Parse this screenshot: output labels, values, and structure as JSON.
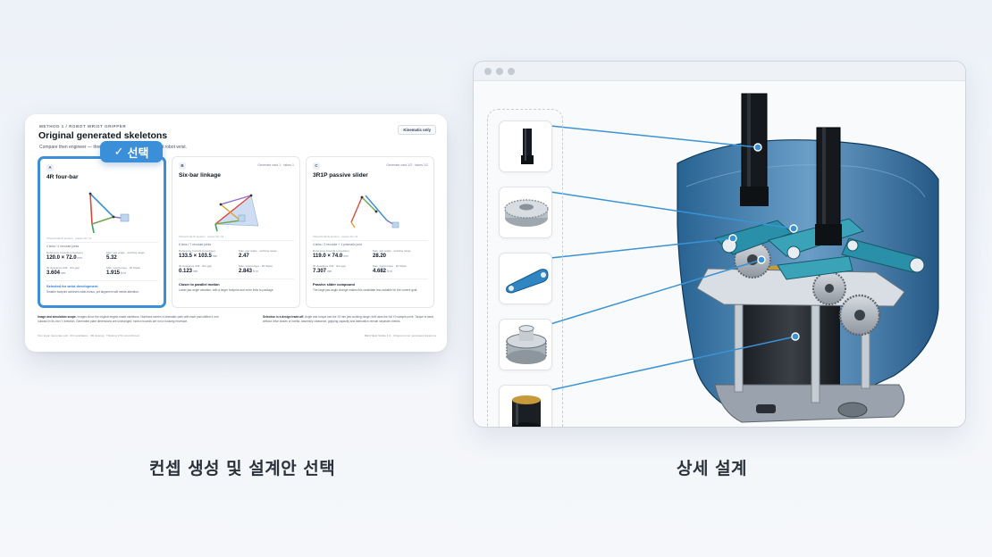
{
  "left_panel": {
    "eyebrow": "METHOD 1 / ROBOT WRIST GRIPPER",
    "title": "Original generated skeletons",
    "subtitle": "Compare then engineer — three",
    "subtitle_tail": "act robot wrist.",
    "mode_badge": "Kinematic only",
    "select_badge": "선택",
    "select_check": "✓",
    "options": [
      {
        "letter": "A",
        "title": "4R four-bar",
        "meta": "",
        "caption": "Virtual Fold-IK tension · preset 10 / 11",
        "links": "4 links / 4 revolute joints",
        "stats": [
          {
            "label": "Reference bounds (envelope)",
            "value": "120.0 × 72.0",
            "unit": "mm"
          },
          {
            "label": "Max. jaw angle · working range",
            "value": "5.32",
            "unit": ""
          },
          {
            "label": "ID clearance drift · link gap",
            "value": "3.604",
            "unit": "mm"
          },
          {
            "label": "Max. load torque · 20 N/jaw",
            "value": "1.915",
            "unit": "N·m"
          }
        ],
        "note_title": "Selected for wrist development",
        "note": "Smaller footprint achieves wide-bonus, yet alignment still needs attention."
      },
      {
        "letter": "B",
        "title": "Six-bar linkage",
        "meta": "Generate card 1 · takes 1",
        "caption": "Virtual Fold-IK tension · preset 10 / 11",
        "links": "6 links / 7 revolute joints",
        "stats": [
          {
            "label": "Reference bounds (envelope)",
            "value": "133.5 × 103.5",
            "unit": "mm"
          },
          {
            "label": "Max. jaw angle · working range",
            "value": "2.47",
            "unit": ""
          },
          {
            "label": "ID clearance drift · link gap",
            "value": "0.123",
            "unit": "mm"
          },
          {
            "label": "Max. load torque · 20 N/jaw",
            "value": "2.843",
            "unit": "N·m"
          }
        ],
        "note_title": "Closer to parallel motion",
        "note": "Lower jaw angle variation, with a larger footprint and more links to package."
      },
      {
        "letter": "C",
        "title": "3R1P passive slider",
        "meta": "Generate card 1/2 · takes 1/2",
        "caption": "Virtual Fold-IK tension · preset 10 / 11",
        "links": "4 links / 3 revolute + 1 prismatic joint",
        "stats": [
          {
            "label": "Reference bounds (envelope)",
            "value": "119.0 × 74.0",
            "unit": "mm"
          },
          {
            "label": "Max. jaw angle · working range",
            "value": "28.20",
            "unit": ""
          },
          {
            "label": "ID clearance drift · link gap",
            "value": "7.307",
            "unit": "mm"
          },
          {
            "label": "Max. load torque · 20 N/jaw",
            "value": "4.682",
            "unit": "N·m"
          }
        ],
        "note_title": "Passive slider compound",
        "note": "The large jaw-angle change makes this candidate less suitable for the current goal."
      }
    ],
    "footer_left_title": "Image and simulation scope.",
    "footer_left": "Images show the original engine-made skeletons. Numbers screen a kinematic path with each pad shifted 4 mm outward in its own Y direction. Generated plate dimensions are unchanged; motion bounds are not a housing envelope.",
    "footer_right_title": "Selection is a design trade-off.",
    "footer_right": "Angle and torque use the 20 mm jaw working range; drift uses the full Y0 sample point. Torque is ideal, without drive losses or inertia. Assembly clearance, gripping capacity and fabrication remain separate checks.",
    "footline_left": "One input: Generate call · 3/3 candidates · 3D viewing · Thinking 17% unconfirmed",
    "footline_right": "MECHaLE Stable 1.0 · Original unrun generated skeletons"
  },
  "captions": {
    "left": "컨셉 생성 및 설계안 선택",
    "right": "상세 설계"
  },
  "parts": [
    "tall-housing-bracket-part-icon",
    "spur-gear-part-icon",
    "link-arm-part-icon",
    "large-gear-part-icon",
    "motor-cylinder-part-icon"
  ],
  "colors": {
    "accent": "#3a8fd8",
    "link_blue": "#2f7fc4",
    "teal_part": "#2a8fa8",
    "housing_blue": "#1e5f91"
  }
}
